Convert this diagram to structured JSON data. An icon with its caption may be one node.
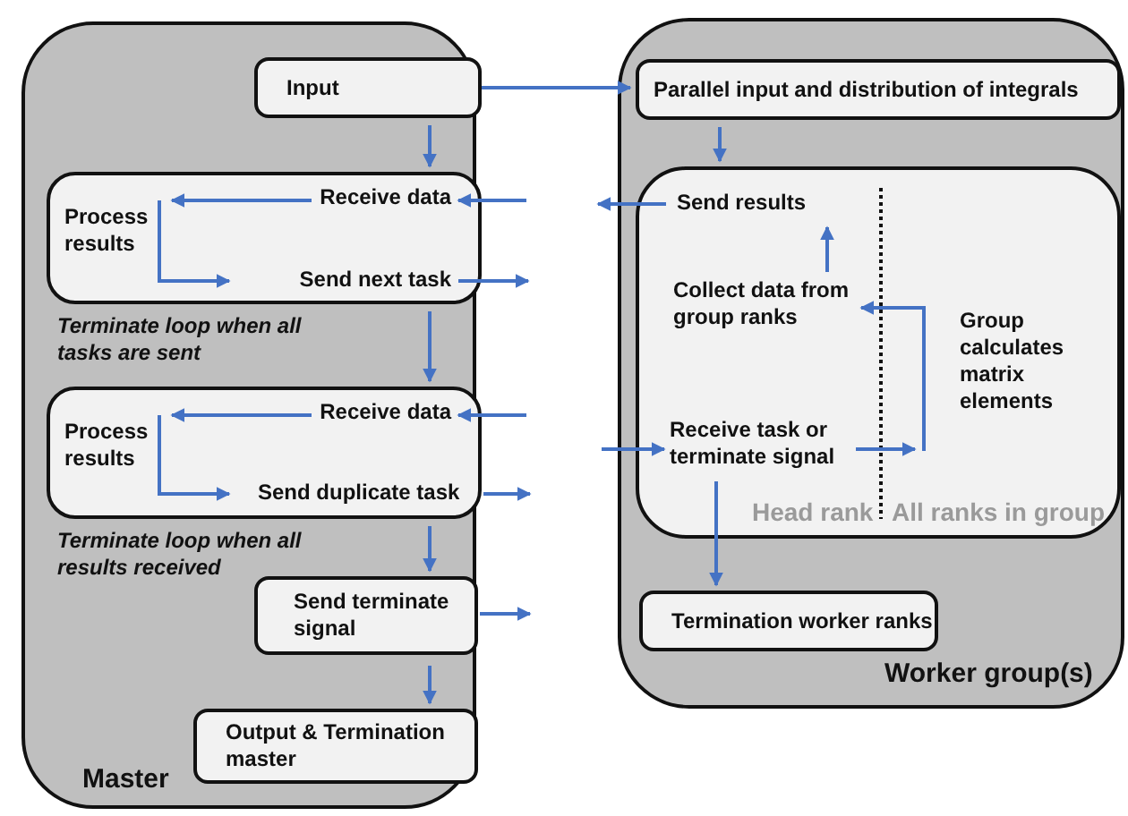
{
  "diagram": {
    "nodes": [
      {
        "text": [
          "Master"
        ]
      },
      {
        "text": [
          "Input"
        ],
        "in": 0
      },
      {
        "text": [],
        "shape": "box",
        "in": 0,
        "beside": [
          "Terminate loop when all tasks are sent"
        ]
      },
      {
        "text": [
          "Receive data"
        ],
        "in": 2
      },
      {
        "text": [
          "Process results"
        ],
        "in": 2
      },
      {
        "text": [
          "Send next task"
        ],
        "in": 2
      },
      {
        "text": [],
        "shape": "box",
        "in": 0,
        "beside": [
          "Terminate loop when all results received"
        ]
      },
      {
        "text": [
          "Receive data"
        ],
        "in": 6
      },
      {
        "text": [
          "Process results"
        ],
        "in": 6
      },
      {
        "text": [
          "Send duplicate task"
        ],
        "in": 6
      },
      {
        "text": [
          "Send terminate signal"
        ],
        "in": 0
      },
      {
        "text": [
          "Output & Termination master"
        ],
        "in": 0
      },
      {
        "text": [
          "Worker group(s)"
        ]
      },
      {
        "text": [
          "Parallel input and distribution of integrals"
        ],
        "in": 12
      },
      {
        "text": [
          "Head rank",
          "All ranks in group"
        ],
        "in": 12
      },
      {
        "text": [
          "Send results"
        ],
        "in": 14
      },
      {
        "text": [
          "Collect data from group ranks"
        ],
        "in": 14
      },
      {
        "text": [
          "Receive task or terminate signal"
        ],
        "in": 14
      },
      {
        "text": [
          "Group calculates matrix elements"
        ],
        "in": 14
      },
      {
        "text": [
          "Termination worker ranks"
        ],
        "in": 12
      }
    ],
    "edges": [
      {
        "from": 1,
        "to": 13,
        "arrow": "to"
      },
      {
        "from": 1,
        "to": 2,
        "arrow": "to"
      },
      {
        "from": 3,
        "to": 4,
        "arrow": "to"
      },
      {
        "from": 4,
        "to": 5,
        "arrow": "to"
      },
      {
        "from": null,
        "to": 3,
        "arrow": "to"
      },
      {
        "from": 5,
        "to": null,
        "arrow": "to"
      },
      {
        "from": 2,
        "to": 6,
        "arrow": "to"
      },
      {
        "from": 7,
        "to": 8,
        "arrow": "to"
      },
      {
        "from": 8,
        "to": 9,
        "arrow": "to"
      },
      {
        "from": null,
        "to": 7,
        "arrow": "to"
      },
      {
        "from": 9,
        "to": null,
        "arrow": "to"
      },
      {
        "from": 6,
        "to": 10,
        "arrow": "to"
      },
      {
        "from": 10,
        "to": null,
        "arrow": "to"
      },
      {
        "from": 10,
        "to": 11,
        "arrow": "to"
      },
      {
        "from": 13,
        "to": 14,
        "arrow": "to"
      },
      {
        "from": 15,
        "to": null,
        "arrow": "to"
      },
      {
        "from": 16,
        "to": 15,
        "arrow": "to"
      },
      {
        "from": 18,
        "to": 16,
        "arrow": "to"
      },
      {
        "from": 17,
        "to": 18,
        "arrow": "to"
      },
      {
        "from": null,
        "to": 17,
        "arrow": "to"
      },
      {
        "from": 17,
        "to": 19,
        "arrow": "to"
      }
    ]
  }
}
